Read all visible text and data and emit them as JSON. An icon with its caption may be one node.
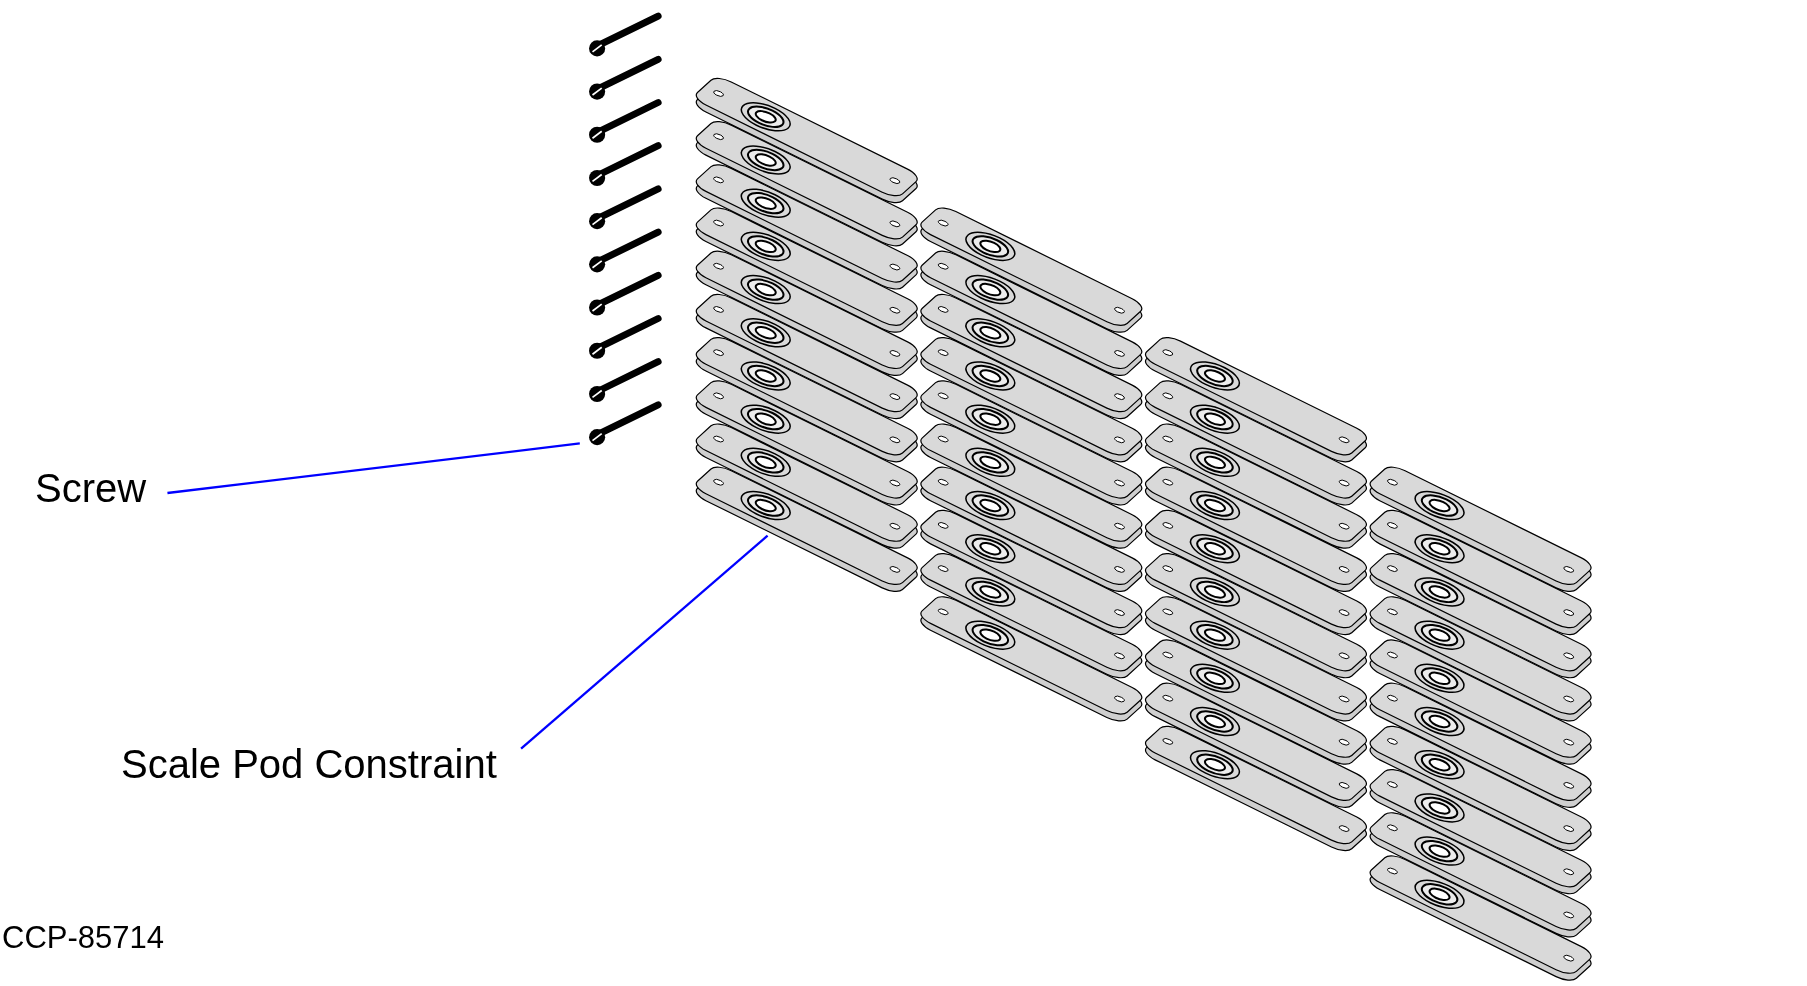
{
  "diagram": {
    "nodes": [
      {
        "text": [
          "Screw"
        ]
      },
      {
        "text": [
          "Scale Pod Constraint"
        ]
      },
      {
        "text": [],
        "shape": "picture"
      },
      {
        "text": [],
        "shape": "picture"
      }
    ],
    "edges": [
      {
        "from": 0,
        "to": 2,
        "arrow": "none"
      },
      {
        "from": 1,
        "to": 3,
        "arrow": "none"
      }
    ],
    "labels": [
      "CCP-85714"
    ]
  }
}
